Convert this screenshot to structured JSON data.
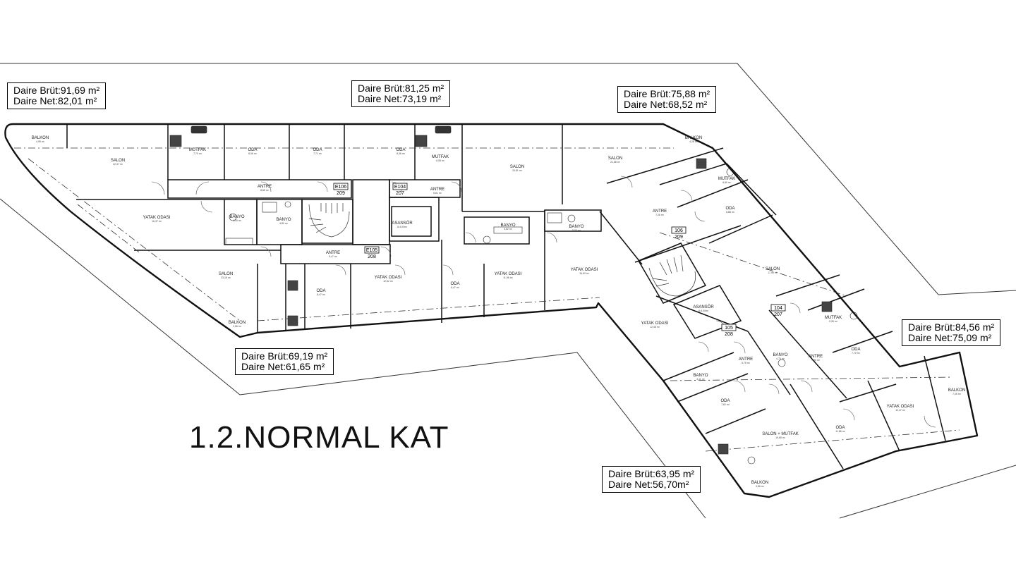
{
  "title": "1.2.NORMAL KAT",
  "units": [
    {
      "brut": "Daire Brüt:91,69 m²",
      "net": "Daire Net:82,01 m²"
    },
    {
      "brut": "Daire Brüt:81,25 m²",
      "net": "Daire Net:73,19 m²"
    },
    {
      "brut": "Daire Brüt:75,88 m²",
      "net": "Daire Net:68,52 m²"
    },
    {
      "brut": "Daire Brüt:69,19 m²",
      "net": "Daire Net:61,65 m²"
    },
    {
      "brut": "Daire Brüt:84,56 m²",
      "net": "Daire Net:75,09 m²"
    },
    {
      "brut": "Daire Brüt:63,95 m²",
      "net": "Daire Net:56,70m²"
    }
  ],
  "rooms": [
    {
      "name": "BALKON",
      "area": "4,95 m²"
    },
    {
      "name": "SALON",
      "area": "22,37 m²"
    },
    {
      "name": "MUTFAK",
      "area": "7,70 m²"
    },
    {
      "name": "ODA",
      "area": "8,06 m²"
    },
    {
      "name": "ODA",
      "area": "7,71 m²"
    },
    {
      "name": "ODA",
      "area": "8,36 m²"
    },
    {
      "name": "MUTFAK",
      "area": "6,08 m²"
    },
    {
      "name": "SALON",
      "area": "24,81 m²"
    },
    {
      "name": "SALON",
      "area": "21,68 m²"
    },
    {
      "name": "BALKON",
      "area": "4,28 m²"
    },
    {
      "name": "ANTRE",
      "area": "8,65 m²"
    },
    {
      "name": "ANTRE",
      "area": "6,61 m²"
    },
    {
      "name": "MUTFAK",
      "area": "6,80 m²"
    },
    {
      "name": "YATAK ODASI",
      "area": "16,37 m²"
    },
    {
      "name": "BANYO",
      "area": "4,00 m²"
    },
    {
      "name": "BANYO",
      "area": "4,80 m²"
    },
    {
      "name": "ASANSÖR",
      "area": "A:4,00m²"
    },
    {
      "name": "BANYO",
      "area": "5,82 m²"
    },
    {
      "name": "BANYO",
      "area": "5,00 m²"
    },
    {
      "name": "ANTRE",
      "area": "7,26 m²"
    },
    {
      "name": "ODA",
      "area": "8,88 m²"
    },
    {
      "name": "ANTRE",
      "area": "5,47 m²"
    },
    {
      "name": "SALON",
      "area": "23,15 m²"
    },
    {
      "name": "ODA",
      "area": "8,47 m²"
    },
    {
      "name": "YATAK ODASI",
      "area": "12,62 m²"
    },
    {
      "name": "ODA",
      "area": "6,47 m²"
    },
    {
      "name": "YATAK ODASI",
      "area": "11,96 m²"
    },
    {
      "name": "YATAK ODASI",
      "area": "16,63 m²"
    },
    {
      "name": "SALON",
      "area": "17,06 m²"
    },
    {
      "name": "BALKON",
      "area": "2,56 m²"
    },
    {
      "name": "YATAK ODASI",
      "area": "12,48 m²"
    },
    {
      "name": "ASANSÖR",
      "area": "A:4,00m²"
    },
    {
      "name": "MUTFAK",
      "area": "5,35 m²"
    },
    {
      "name": "BANYO",
      "area": "4,75 m²"
    },
    {
      "name": "ANTRE",
      "area": "5,76 m²"
    },
    {
      "name": "ANTRE",
      "area": "7,30 m²"
    },
    {
      "name": "ODA",
      "area": "7,70 m²"
    },
    {
      "name": "BANYO",
      "area": "4,11 m²"
    },
    {
      "name": "ODA",
      "area": "7,62 m²"
    },
    {
      "name": "SALON + MUTFAK",
      "area": "19,65 m²"
    },
    {
      "name": "ODA",
      "area": "11,86 m²"
    },
    {
      "name": "YATAK ODASI",
      "area": "12,47 m²"
    },
    {
      "name": "BALKON",
      "area": "7,05 m²"
    },
    {
      "name": "BALKON",
      "area": "3,86 m²"
    }
  ],
  "door_tags": [
    {
      "code": "E106",
      "num": "209"
    },
    {
      "code": "E104",
      "num": "207"
    },
    {
      "code": "E105",
      "num": "208"
    },
    {
      "code": "106",
      "num": "209"
    },
    {
      "code": "105",
      "num": "208"
    },
    {
      "code": "104",
      "num": "207"
    }
  ]
}
